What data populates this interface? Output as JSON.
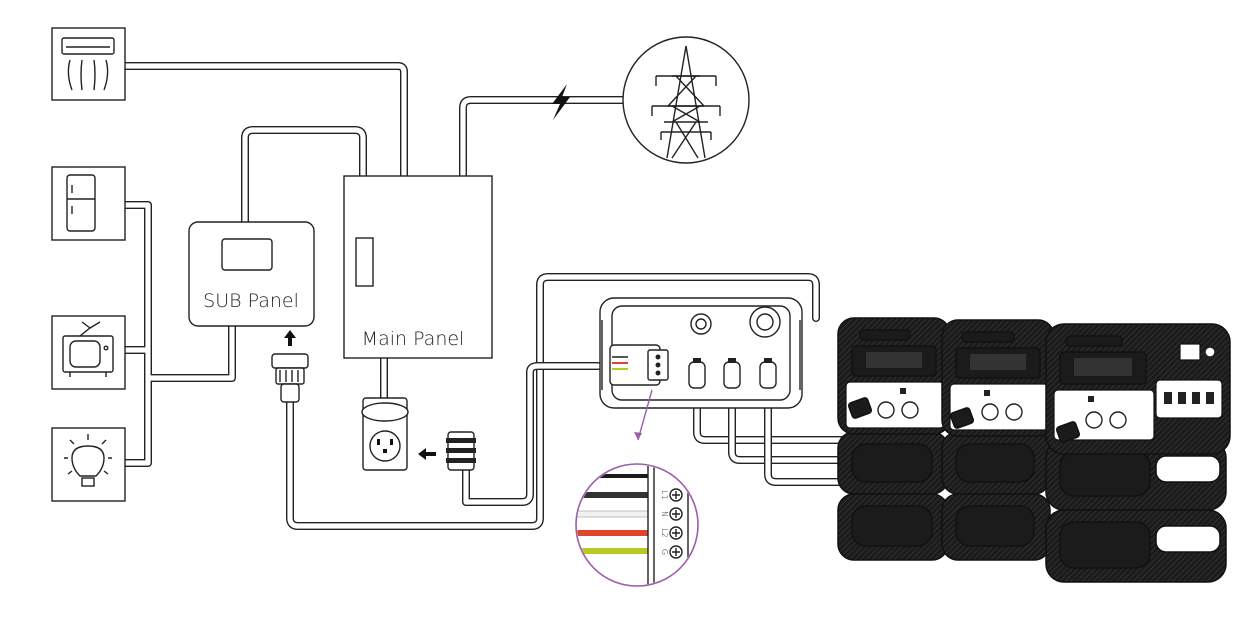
{
  "labels": {
    "sub_panel": "SUB Panel",
    "main_panel": "Main Panel",
    "terminal_letters": [
      "L1",
      "N",
      "L2",
      "G"
    ]
  },
  "colors": {
    "line": "#222222",
    "wire_black": "#333333",
    "wire_white": "#e6e6e6",
    "wire_red": "#e0452b",
    "wire_green": "#b8c824",
    "callout": "#9a5fa8"
  },
  "icons": [
    "air-conditioner-icon",
    "refrigerator-icon",
    "television-icon",
    "light-bulb-icon",
    "power-tower-icon",
    "lightning-icon"
  ]
}
